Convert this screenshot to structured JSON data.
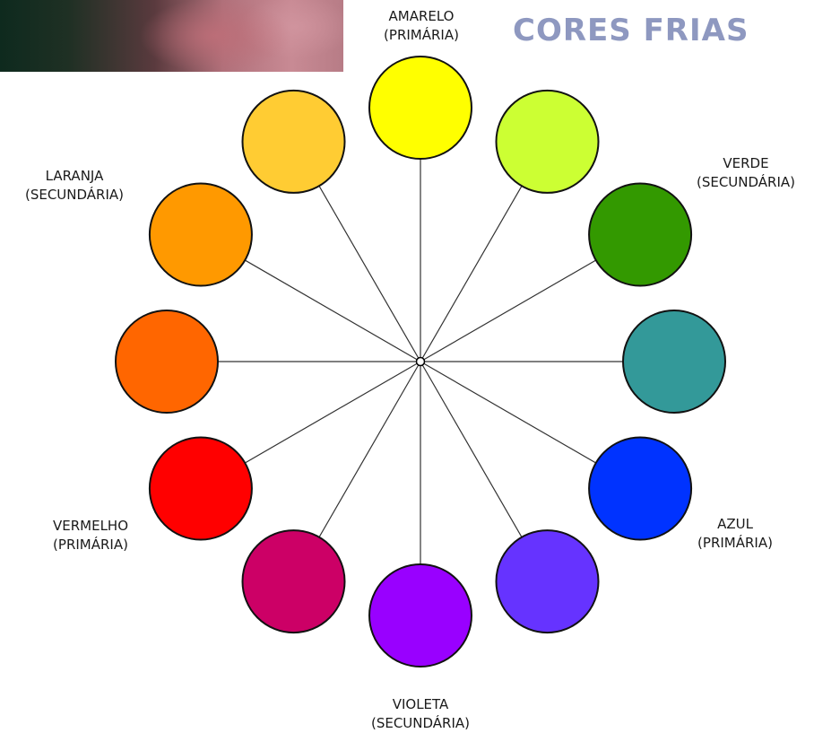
{
  "heading": "CORES FRIAS",
  "wheel": {
    "colors": [
      {
        "id": "amarelo",
        "fill": "#ffff00",
        "name": "AMARELO",
        "type": "(PRIMÁRIA)"
      },
      {
        "id": "amarelo-esverdeado",
        "fill": "#ccff33"
      },
      {
        "id": "verde",
        "fill": "#339900",
        "name": "VERDE",
        "type": "(SECUNDÁRIA)"
      },
      {
        "id": "azul-esverdeado",
        "fill": "#339999"
      },
      {
        "id": "azul",
        "fill": "#0033ff",
        "name": "AZUL",
        "type": "(PRIMÁRIA)"
      },
      {
        "id": "azul-violeta",
        "fill": "#6633ff"
      },
      {
        "id": "violeta",
        "fill": "#9900ff",
        "name": "VIOLETA",
        "type": "(SECUNDÁRIA)"
      },
      {
        "id": "vermelho-violeta",
        "fill": "#cc0066"
      },
      {
        "id": "vermelho",
        "fill": "#ff0000",
        "name": "VERMELHO",
        "type": "(PRIMÁRIA)"
      },
      {
        "id": "vermelho-alaranjado",
        "fill": "#ff6600"
      },
      {
        "id": "laranja",
        "fill": "#ff9900",
        "name": "LARANJA",
        "type": "(SECUNDÁRIA)"
      },
      {
        "id": "amarelo-alaranjado",
        "fill": "#ffcc33"
      }
    ]
  }
}
